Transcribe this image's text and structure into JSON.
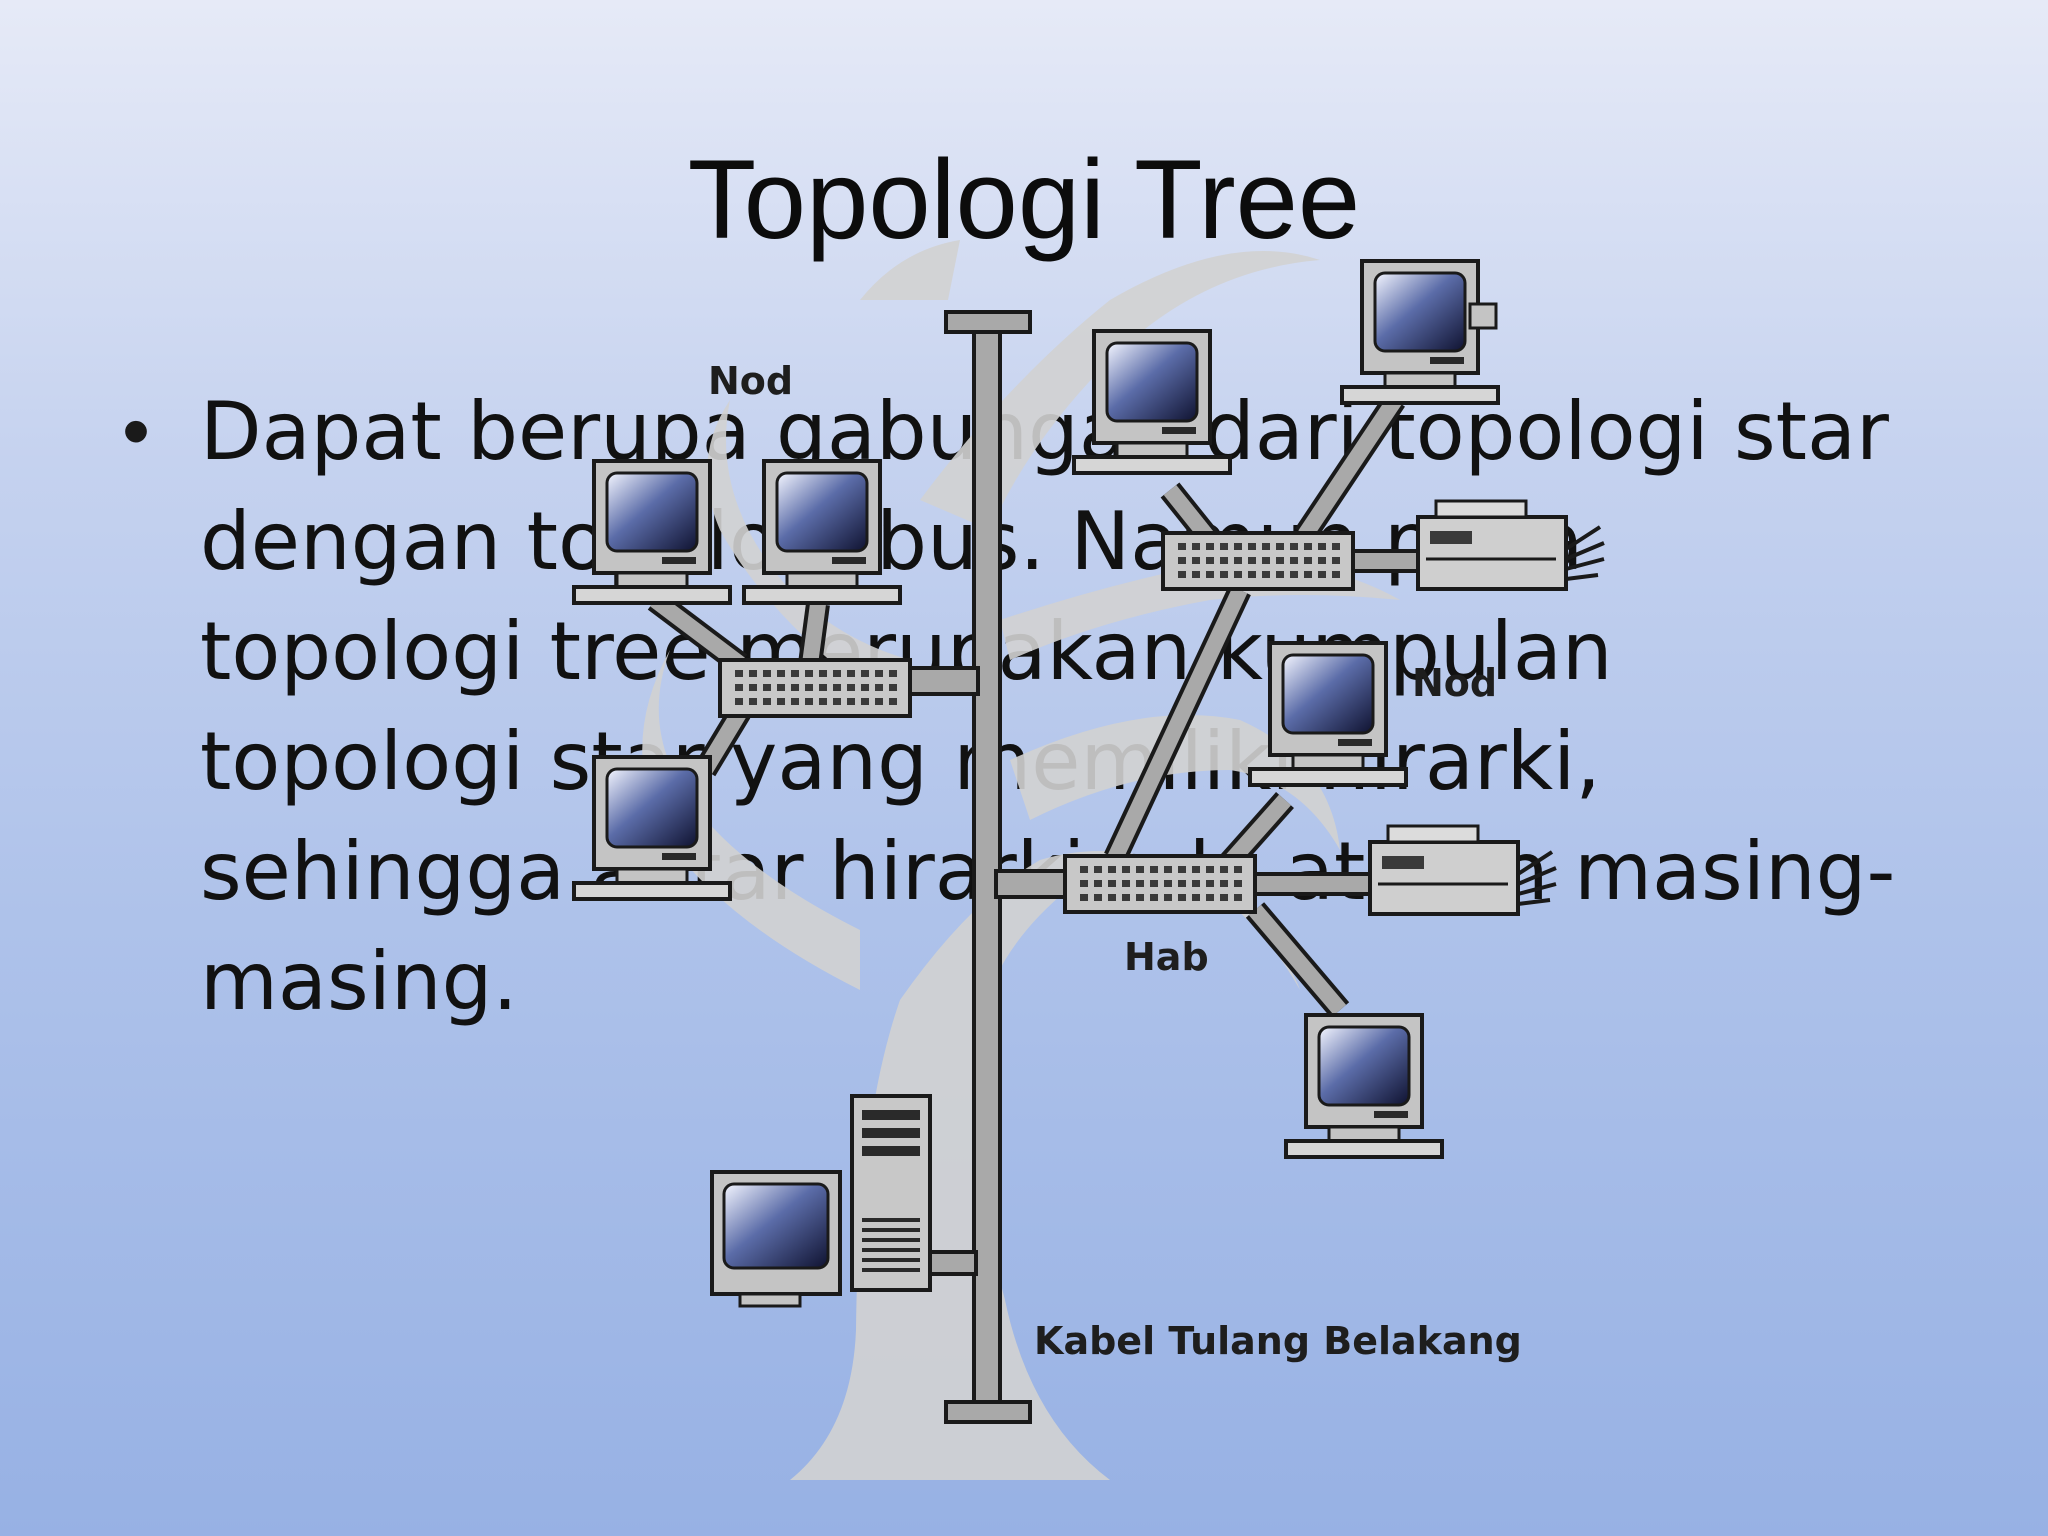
{
  "slide": {
    "title": "Topologi Tree",
    "bullet_symbol": "•",
    "body": "Dapat berupa gabungan dari topologi star dengan topologi bus. Namun pada topologi tree merupakan kumpulan topologi star yang memiliki hirarki, sehingga antar hirarki ada aturan masing-masing."
  },
  "diagram": {
    "labels": {
      "node_top": "Nod",
      "node_right": "Nod",
      "hub": "Hab",
      "backbone": "Kabel Tulang Belakang"
    },
    "colors": {
      "cable": "#a9a9a9",
      "device": "#c4c4c4",
      "tree": "#d2d2d2",
      "outline": "#1a1a1a"
    }
  }
}
